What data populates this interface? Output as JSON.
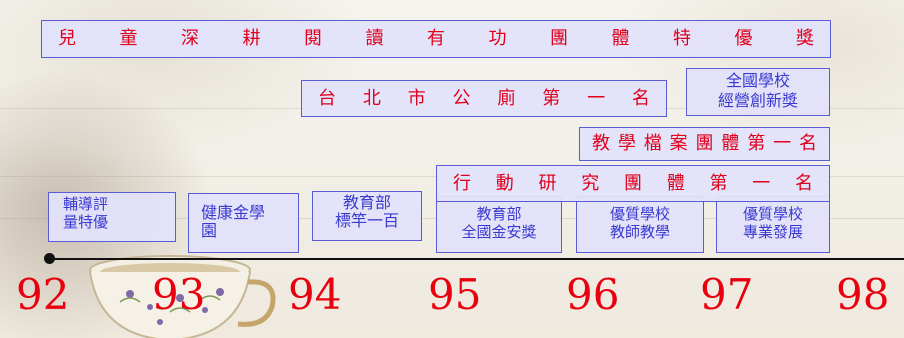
{
  "title": [
    "兒",
    "童",
    "深",
    "耕",
    "閱",
    "讀",
    "有",
    "功",
    "團",
    "體",
    "特",
    "優",
    "獎"
  ],
  "taipei": [
    "台",
    "北",
    "市",
    "公",
    "廁",
    "第",
    "一",
    "名"
  ],
  "national_school": [
    "全國學校",
    "經營創新獎"
  ],
  "teaching_portfolio": [
    "教",
    "學",
    "檔",
    "案",
    "團",
    "體",
    "第",
    "一",
    "名"
  ],
  "action_research": [
    "行",
    "動",
    "研",
    "究",
    "團",
    "體",
    "第",
    "一",
    "名"
  ],
  "awards": {
    "y92": [
      "輔導評",
      "量特優"
    ],
    "y93": [
      "健康金學",
      "園"
    ],
    "y94": [
      "教育部",
      "標竿一百"
    ],
    "y95": [
      "教育部",
      "全國金安獎"
    ],
    "y96": [
      "優質學校",
      "教師教學"
    ],
    "y97": [
      "優質學校",
      "專業發展"
    ]
  },
  "years": [
    "92",
    "93",
    "94",
    "95",
    "96",
    "97",
    "98"
  ],
  "colors": {
    "red": "#e0001b",
    "blue": "#3a3ad0",
    "box_bg": "#e2e2fa",
    "box_border": "#5b5bd6"
  }
}
